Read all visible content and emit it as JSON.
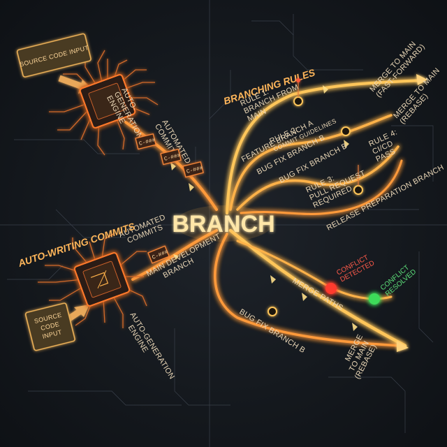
{
  "source_top": {
    "label": "SOURCE CODE INPUT"
  },
  "source_bottom": {
    "line1": "SOURCE",
    "line2": "CODE",
    "line3": "INPUT"
  },
  "engine_top": {
    "line1": "AUTO-",
    "line2": "GENERATION",
    "line3": "ENGINE"
  },
  "engine_bottom": {
    "line1": "AUTO-GENERATION",
    "line2": "ENGINE"
  },
  "automated_commits_top": {
    "line1": "AUTOMATED",
    "line2": "COMMITS"
  },
  "automated_commits_bottom": {
    "line1": "AUTOMATED",
    "line2": "COMMITS"
  },
  "commit_tag": "C-###",
  "auto_writing": "AUTO-WRITING COMMITS",
  "main_dev_branch": {
    "line1": "MAIN DEVELOPMENT",
    "line2": "BRANCH"
  },
  "center_title": "BRANCH",
  "branching_rules": "BRANCHING RULES",
  "rules": {
    "r1": {
      "line1": "RULE 1:",
      "line2": "BRANCH FROM",
      "line3": "MAIN"
    },
    "r2": {
      "line1": "RULE 2:",
      "line2": "COMMIT GUIDELINES"
    },
    "r3": {
      "line1": "RULE 3:",
      "line2": "PULL REQUEST",
      "line3": "REQUIRED"
    },
    "r4": {
      "line1": "RULE 4:",
      "line2": "CI/CD",
      "line3": "PASS"
    }
  },
  "branches": {
    "feature_a": "FEATURE BRANCH A",
    "bugfix_b_upper": "BUG FIX BRANCH B",
    "bugfix_b_mid": "BUG FIX BRANCH B",
    "release_prep": "RELEASE PREPARATION BRANCH",
    "bugfix_b_lower": "BUG FIX BRANCH B"
  },
  "merges": {
    "ff": {
      "line1": "MERGE TO MAIN",
      "line2": "(FAST-FORWARD)"
    },
    "rebase_top": {
      "line1": "MERGE TO MAIN",
      "line2": "(REBASE)"
    },
    "rebase_bottom": {
      "line1": "MERGE",
      "line2": "TO MAIN",
      "line3": "(REBASE)"
    },
    "paths": "MERGE PATHS"
  },
  "conflicts": {
    "detected": {
      "line1": "CONFLICT",
      "line2": "DETECTED",
      "color": "#ff3b2f"
    },
    "resolved": {
      "line1": "CONFLICT",
      "line2": "RESOLVED",
      "color": "#3ddc5a"
    }
  },
  "colors": {
    "glow": "#ffb24a",
    "trace": "#e0772b",
    "bg": "#14181d"
  }
}
